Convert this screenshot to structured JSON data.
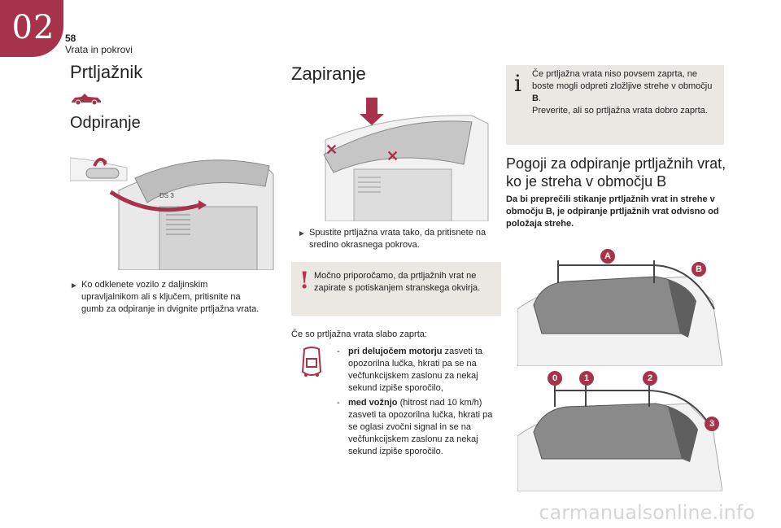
{
  "header": {
    "chapter_number": "02",
    "page_number": "58",
    "section_name": "Vrata in pokrovi"
  },
  "left_column": {
    "title": "Prtljažnik",
    "icon_name": "convertible-car-icon",
    "subtitle": "Odpiranje",
    "bullet_text": "Ko odklenete vozilo z daljinskim upravljalnikom ali s ključem, pritisnite na gumb za odpiranje in dvignite prtljažna vrata.",
    "image_badge_text": "DS 3"
  },
  "middle_column": {
    "title": "Zapiranje",
    "bullet_text": "Spustite prtljažna vrata tako, da pritisnete na sredino okrasnega pokrova.",
    "warning_text": "Močno priporočamo, da prtljažnih vrat ne zapirate s potiskanjem stranskega okvirja.",
    "badly_closed_intro": "Če so prtljažna vrata slabo zaprta:",
    "item1_bold": "pri delujočem motorju",
    "item1_rest": " zasveti ta opozorilna lučka, hkrati pa se na večfunkcijskem zaslonu za nekaj sekund izpiše sporočilo,",
    "item2_bold": "med vožnjo",
    "item2_rest": " (hitrost nad 10 km/h) zasveti ta opozorilna lučka, hkrati pa se oglasi zvočni signal in se na večfunkcijskem zaslonu za nekaj sekund izpiše sporočilo.",
    "dash": "-"
  },
  "right_column": {
    "info_text_1": "Če prtljažna vrata niso povsem zaprta, ne boste mogli odpreti zložljive strehe v območju ",
    "info_bold": "B",
    "info_text_2": ".",
    "info_text_3": "Preverite, ali so prtljažna vrata dobro zaprta.",
    "title": "Pogoji za odpiranje prtljažnih vrat, ko je streha v območju B",
    "bold_paragraph": "Da bi preprečili stikanje prtljažnih vrat in strehe v območju B, je odpiranje prtljažnih vrat odvisno od položaja strehe.",
    "zone_labels": [
      "A",
      "B"
    ],
    "position_labels": [
      "0",
      "1",
      "2",
      "3"
    ]
  },
  "colors": {
    "accent": "#a7334a",
    "box_background": "#ebe8e4",
    "watermark": "#d6d6d6"
  },
  "watermark": "carmanualsonline.info"
}
